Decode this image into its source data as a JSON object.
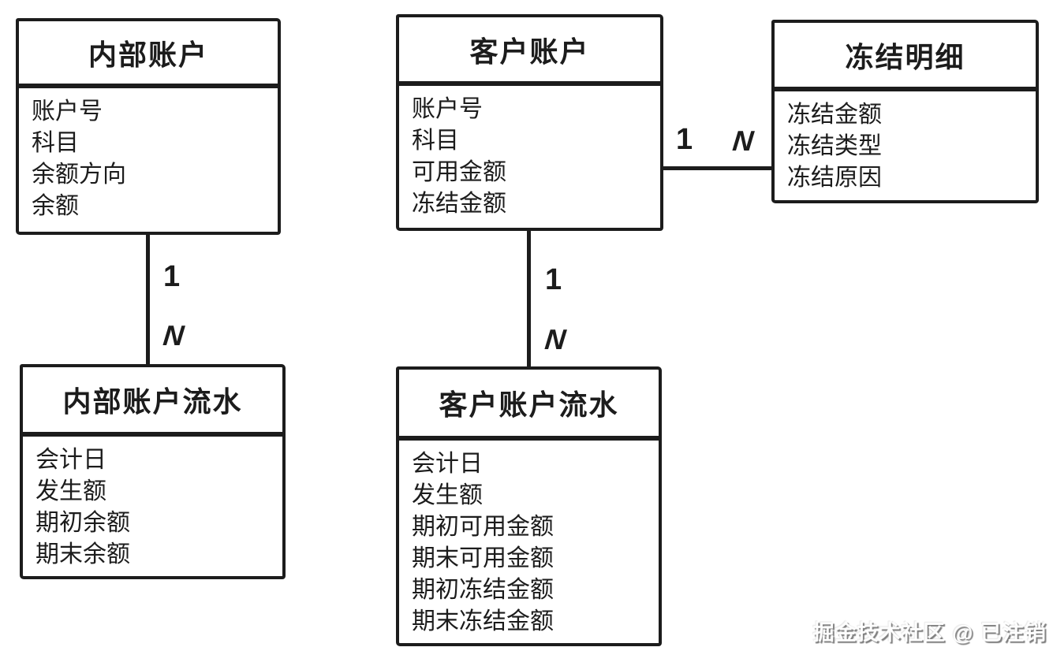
{
  "diagram": {
    "entities": [
      {
        "id": "internal-account",
        "title": "内部账户",
        "fields": [
          "账户号",
          "科目",
          "余额方向",
          "余额"
        ]
      },
      {
        "id": "customer-account",
        "title": "客户账户",
        "fields": [
          "账户号",
          "科目",
          "可用金额",
          "冻结金额"
        ]
      },
      {
        "id": "freeze-detail",
        "title": "冻结明细",
        "fields": [
          "冻结金额",
          "冻结类型",
          "冻结原因"
        ]
      },
      {
        "id": "internal-account-flow",
        "title": "内部账户流水",
        "fields": [
          "会计日",
          "发生额",
          "期初余额",
          "期末余额"
        ]
      },
      {
        "id": "customer-account-flow",
        "title": "客户账户流水",
        "fields": [
          "会计日",
          "发生额",
          "期初可用金额",
          "期末可用金额",
          "期初冻结金额",
          "期末冻结金额"
        ]
      }
    ],
    "relations": [
      {
        "from": "内部账户",
        "to": "内部账户流水",
        "one_label": "1",
        "many_label": "N"
      },
      {
        "from": "客户账户",
        "to": "客户账户流水",
        "one_label": "1",
        "many_label": "N"
      },
      {
        "from": "客户账户",
        "to": "冻结明细",
        "one_label": "1",
        "many_label": "N"
      }
    ]
  },
  "watermark": {
    "text": "掘金技术社区 @ 已注销"
  },
  "colors": {
    "stroke": "#1c1c1c",
    "background": "#ffffff"
  }
}
